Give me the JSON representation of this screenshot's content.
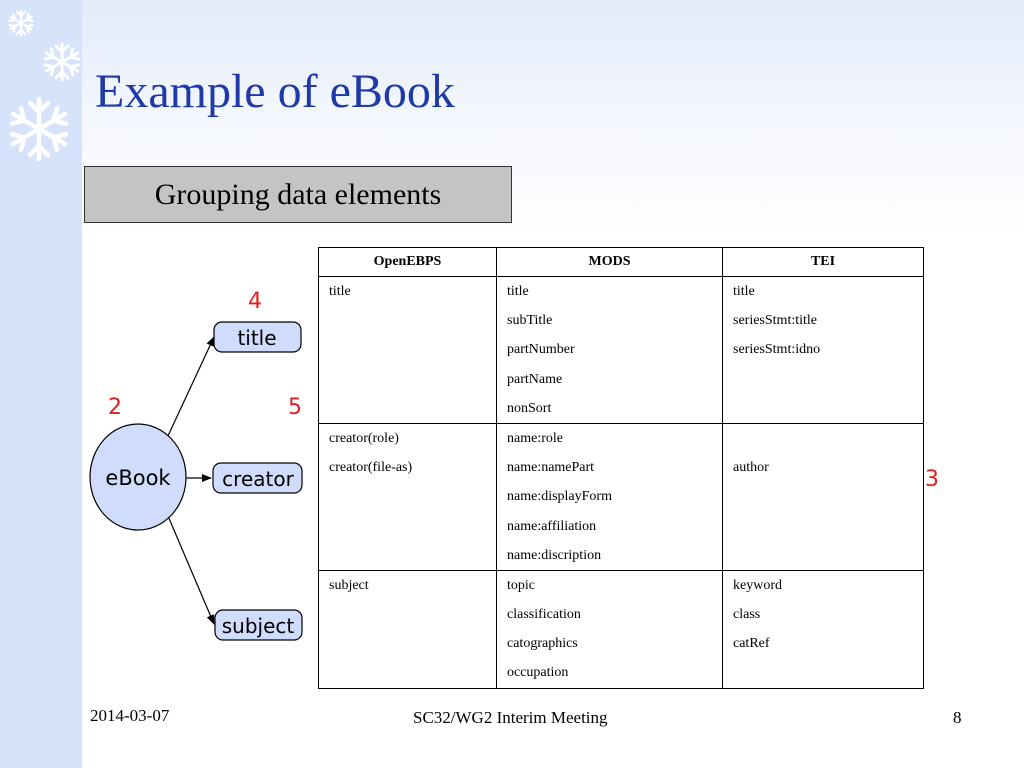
{
  "slide": {
    "title": "Example of eBook",
    "group_box_label": "Grouping data elements"
  },
  "diagram": {
    "root": "eBook",
    "children": [
      "title",
      "creator",
      "subject"
    ],
    "annotations": {
      "n4": "4",
      "n2": "2",
      "n5": "5",
      "n3": "3"
    }
  },
  "table": {
    "headers": [
      "OpenEBPS",
      "MODS",
      "TEI"
    ],
    "rows": [
      {
        "openebps": [
          "title"
        ],
        "mods": [
          "title",
          "subTitle",
          "partNumber",
          "partName",
          "nonSort"
        ],
        "tei": [
          "title",
          "seriesStmt:title",
          "seriesStmt:idno"
        ]
      },
      {
        "openebps": [
          "creator(role)",
          "creator(file-as)"
        ],
        "mods": [
          "name:role",
          "name:namePart",
          "name:displayForm",
          "name:affiliation",
          "name:discription"
        ],
        "tei": [
          "",
          "author"
        ]
      },
      {
        "openebps": [
          "subject"
        ],
        "mods": [
          "topic",
          "classification",
          "catographics",
          "occupation"
        ],
        "tei": [
          "keyword",
          "class",
          "catRef"
        ]
      }
    ]
  },
  "footer": {
    "date": "2014-03-07",
    "meeting": "SC32/WG2 Interim Meeting",
    "page": "8"
  },
  "colors": {
    "title": "#1f3aa8",
    "node_fill": "#cfdcfb",
    "annotation": "#e02020",
    "left_band": "#d7e3fb"
  }
}
